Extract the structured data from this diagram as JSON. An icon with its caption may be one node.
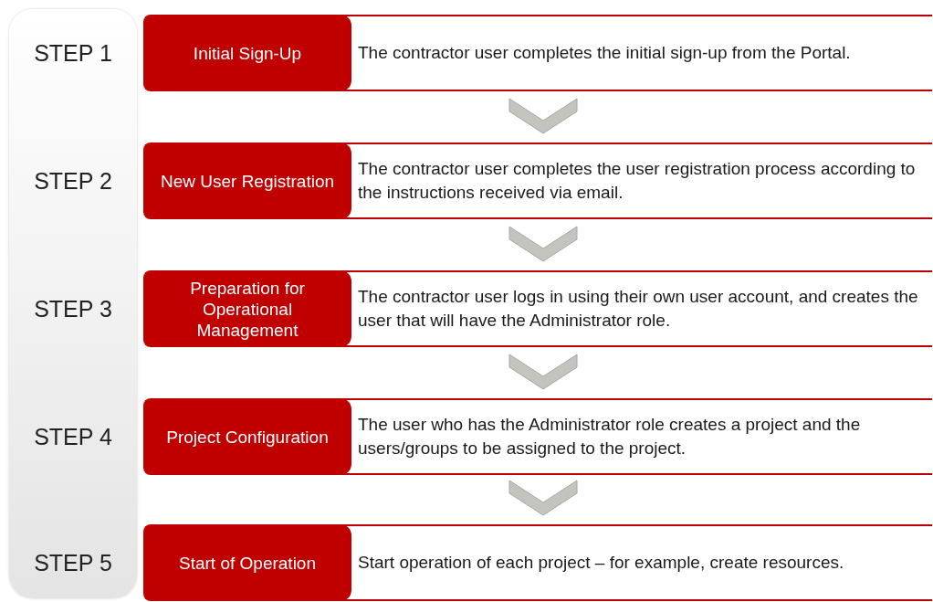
{
  "diagram": {
    "nodes": [
      {
        "text": [
          "Initial Sign-Up",
          "The contractor user completes the initial sign-up from the Portal."
        ],
        "beside": [
          "STEP 1"
        ]
      },
      {
        "text": [
          "New User Registration",
          "The contractor user completes the user registration process according to the instructions received via email."
        ],
        "beside": [
          "STEP 2"
        ]
      },
      {
        "text": [
          "Preparation for Operational Management",
          "The contractor user logs in using their own user account, and creates the user that will have the Administrator role."
        ],
        "beside": [
          "STEP 3"
        ]
      },
      {
        "text": [
          "Project Configuration",
          "The user who has the Administrator role creates a project and the users/groups to be assigned to the project."
        ],
        "beside": [
          "STEP 4"
        ]
      },
      {
        "text": [
          "Start of Operation",
          "Start operation of each project – for example, create resources."
        ],
        "beside": [
          "STEP 5"
        ]
      }
    ],
    "edges": [
      {
        "from": 0,
        "to": 1,
        "arrow": "to"
      },
      {
        "from": 1,
        "to": 2,
        "arrow": "to"
      },
      {
        "from": 2,
        "to": 3,
        "arrow": "to"
      },
      {
        "from": 3,
        "to": 4,
        "arrow": "to"
      }
    ]
  }
}
